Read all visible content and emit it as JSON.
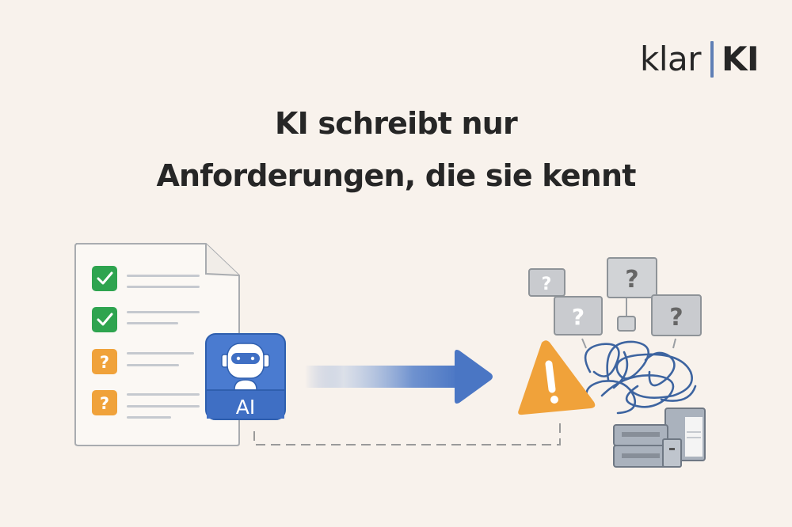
{
  "brand": {
    "name_left": "klar",
    "name_right": "KI",
    "separator_color": "#5f7fb5"
  },
  "headline": {
    "line1": "KI schreibt nur",
    "line2": "Anforderungen, die sie kennt"
  },
  "document": {
    "items": [
      {
        "status": "known",
        "icon": "check-icon",
        "color": "#2ea44f"
      },
      {
        "status": "known",
        "icon": "check-icon",
        "color": "#2ea44f"
      },
      {
        "status": "unknown",
        "icon": "question-icon",
        "symbol": "?",
        "color": "#f0a23a"
      },
      {
        "status": "unknown",
        "icon": "question-icon",
        "symbol": "?",
        "color": "#f0a23a"
      }
    ]
  },
  "ai_badge": {
    "label": "AI",
    "icon": "robot-icon",
    "color": "#3f6fc4"
  },
  "arrow": {
    "icon": "arrow-right-icon",
    "color": "#4a76c4"
  },
  "unknowns": {
    "boxes": [
      {
        "symbol": "?"
      },
      {
        "symbol": "?"
      },
      {
        "symbol": "?"
      },
      {
        "symbol": "?"
      }
    ],
    "warning_icon": "warning-triangle-icon",
    "warning_symbol": "!",
    "warning_color": "#f0a23a",
    "tangle_icon": "tangled-lines-icon",
    "tangle_color": "#3d64a0",
    "devices_icon": "server-devices-icon"
  }
}
